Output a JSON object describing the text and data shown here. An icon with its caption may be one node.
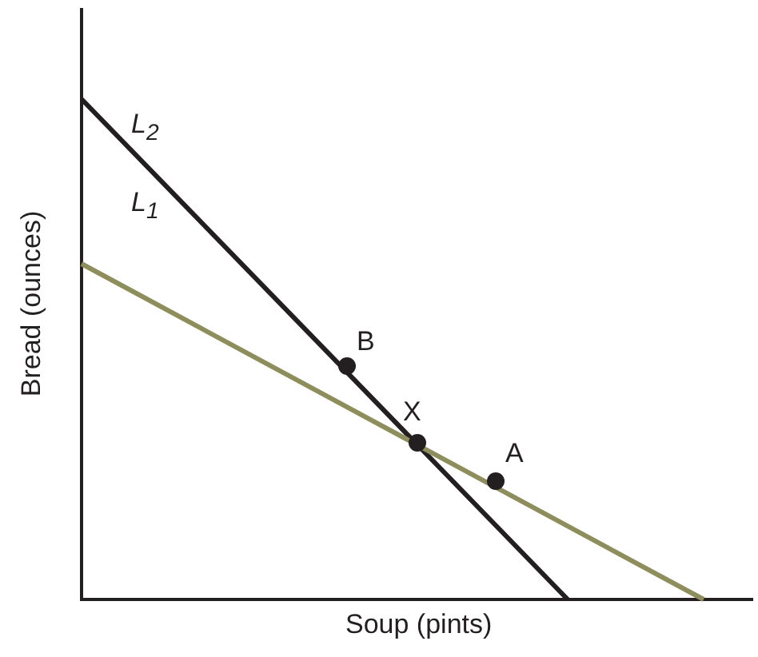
{
  "diagram": {
    "labels": [
      "L$_{2}$",
      "L$_{1}$",
      "B",
      "X",
      "A",
      "Bread (ounces)",
      "Soup (pints)"
    ]
  }
}
